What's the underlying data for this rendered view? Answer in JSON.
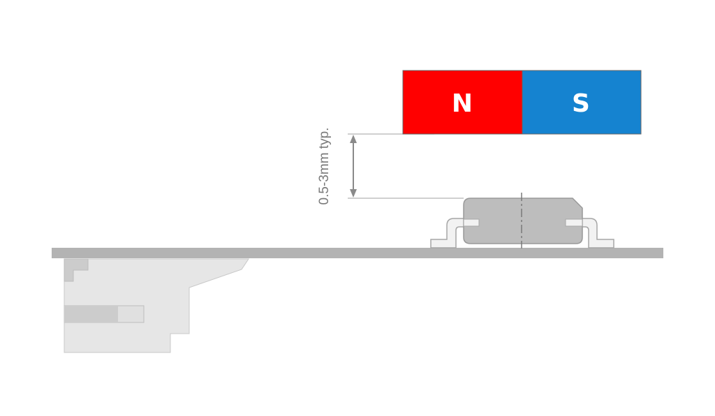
{
  "magnet": {
    "north_label": "N",
    "south_label": "S",
    "north_color": "#ff0000",
    "south_color": "#1583d0"
  },
  "dimension": {
    "gap_label": "0.5-3mm typ.",
    "line_color": "#8a8a8a"
  },
  "colors": {
    "pcb": "#b3b3b3",
    "sensor_body": "#bdbdbd",
    "sensor_outline": "#999999",
    "leads": "#f2f2f2",
    "connector_body": "#e6e6e6",
    "connector_outline": "#c8c8c8",
    "connector_pin": "#cccccc"
  }
}
